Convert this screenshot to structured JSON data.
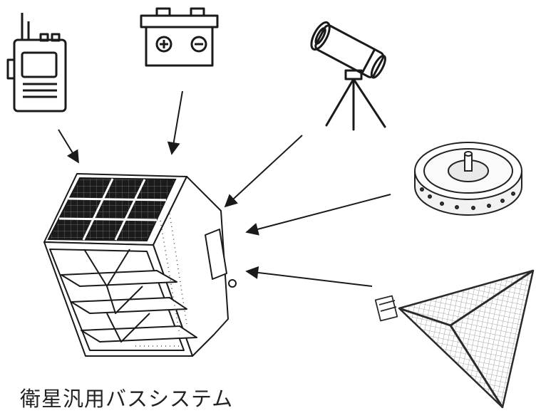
{
  "caption": "衛星汎用バスシステム",
  "components": [
    {
      "name": "radio-transceiver",
      "icon": "walkie-talkie-icon"
    },
    {
      "name": "battery",
      "icon": "battery-icon"
    },
    {
      "name": "telescope",
      "icon": "telescope-icon"
    },
    {
      "name": "reaction-wheel",
      "icon": "reaction-wheel-icon"
    },
    {
      "name": "mesh-antenna",
      "icon": "mesh-antenna-icon"
    }
  ],
  "bus": {
    "icon": "satellite-bus-icon"
  },
  "colors": {
    "line": "#1a1a1a",
    "panel": "#111111",
    "mesh": "#777777"
  }
}
